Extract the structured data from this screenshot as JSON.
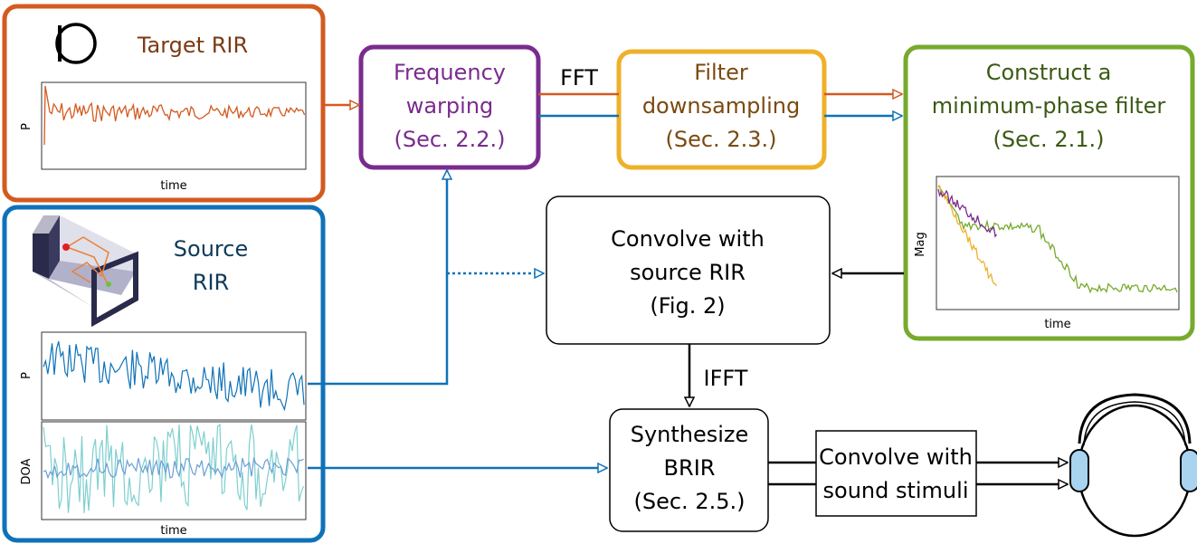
{
  "colors": {
    "orange": "#d35a20",
    "blue": "#0f72b8",
    "purple": "#7a2c8e",
    "yellow": "#efb12a",
    "green": "#77aa2d",
    "darkgreen": "#3b5a14",
    "navy": "#0f3a5a",
    "brown": "#7a3b14",
    "teal": "#7fcfcf",
    "black": "#000000"
  },
  "target_rir": {
    "title": "Target RIR",
    "ylabel": "P",
    "xlabel": "time",
    "icon": "omnidirectional-pattern-icon"
  },
  "source_rir": {
    "title_line1": "Source",
    "title_line2": "RIR",
    "ylabel_p": "P",
    "ylabel_doa": "DOA",
    "xlabel": "time",
    "icon": "room-reflections-icon"
  },
  "frequency_warping": {
    "line1": "Frequency",
    "line2": "warping",
    "line3": "(Sec. 2.2.)"
  },
  "fft_label": "FFT",
  "filter_downsampling": {
    "line1": "Filter",
    "line2": "downsampling",
    "line3": "(Sec. 2.3.)"
  },
  "min_phase": {
    "line1": "Construct a",
    "line2": "minimum-phase filter",
    "line3": "(Sec. 2.1.)",
    "ylabel": "Mag",
    "xlabel": "time"
  },
  "convolve_source": {
    "line1": "Convolve with",
    "line2": "source RIR",
    "line3": "(Fig. 2)"
  },
  "ifft_label": "IFFT",
  "synthesize": {
    "line1": "Synthesize",
    "line2": "BRIR",
    "line3": "(Sec. 2.5.)"
  },
  "convolve_stimuli": {
    "line1": "Convolve with",
    "line2": "sound stimuli"
  },
  "listener": {
    "icon": "headphones-listener-icon"
  }
}
